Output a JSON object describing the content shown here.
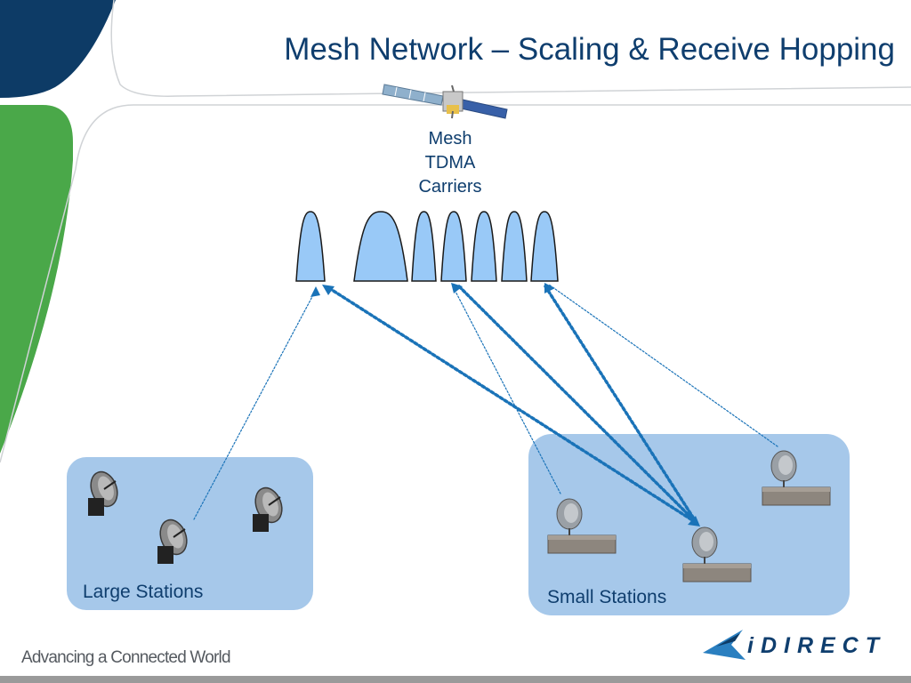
{
  "slide": {
    "title": "Mesh Network – Scaling & Receive Hopping",
    "footer_tagline": "Advancing a Connected World",
    "logo_text": "iDIRECT"
  },
  "satellite": {
    "label_lines": [
      "Mesh",
      "TDMA",
      "Carriers"
    ],
    "carrier_count": 7
  },
  "groups": {
    "large": {
      "label": "Large Stations",
      "station_count": 3
    },
    "small": {
      "label": "Small Stations",
      "station_count": 3
    }
  },
  "colors": {
    "title": "#0f3e6e",
    "brand_navy": "#0d3b66",
    "brand_green": "#4aa849",
    "carrier_fill": "#99c9f7",
    "group_fill": "#a6c8ea",
    "link_line": "#1a73b8",
    "footer_bar": "#9a9a9a"
  }
}
